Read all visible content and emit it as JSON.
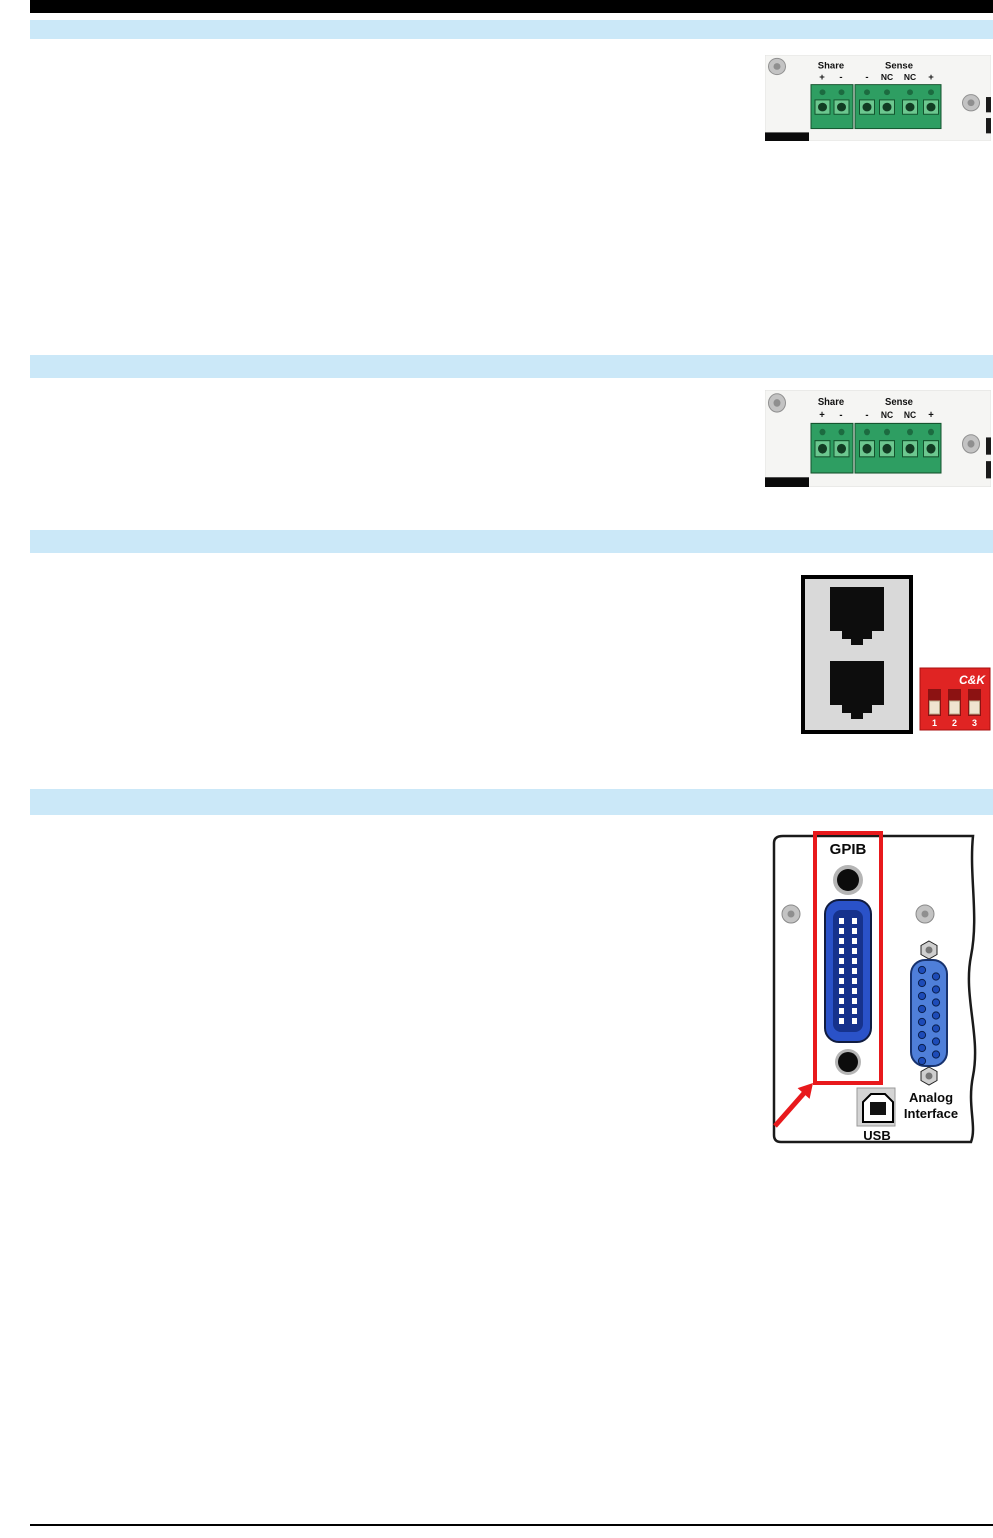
{
  "colors": {
    "section_band": "#cbe8f8",
    "rule_black": "#000000",
    "terminal_green": "#2e9e62",
    "dip_red": "#e02423",
    "gpib_blue": "#2a52c8",
    "analog_blue": "#4f7fd9",
    "highlight_red": "#e8191c"
  },
  "figures": {
    "share_sense": {
      "share_label": "Share",
      "share_pin_plus": "+",
      "share_pin_minus": "-",
      "sense_label": "Sense",
      "sense_pin_minus": "-",
      "sense_pin_nc1": "NC",
      "sense_pin_nc2": "NC",
      "sense_pin_plus": "+"
    },
    "dip_switch": {
      "brand": "C&K",
      "pos1": "1",
      "pos2": "2",
      "pos3": "3"
    },
    "rear_panel": {
      "gpib_label": "GPIB",
      "usb_label": "USB",
      "analog_label_line1": "Analog",
      "analog_label_line2": "Interface"
    }
  }
}
